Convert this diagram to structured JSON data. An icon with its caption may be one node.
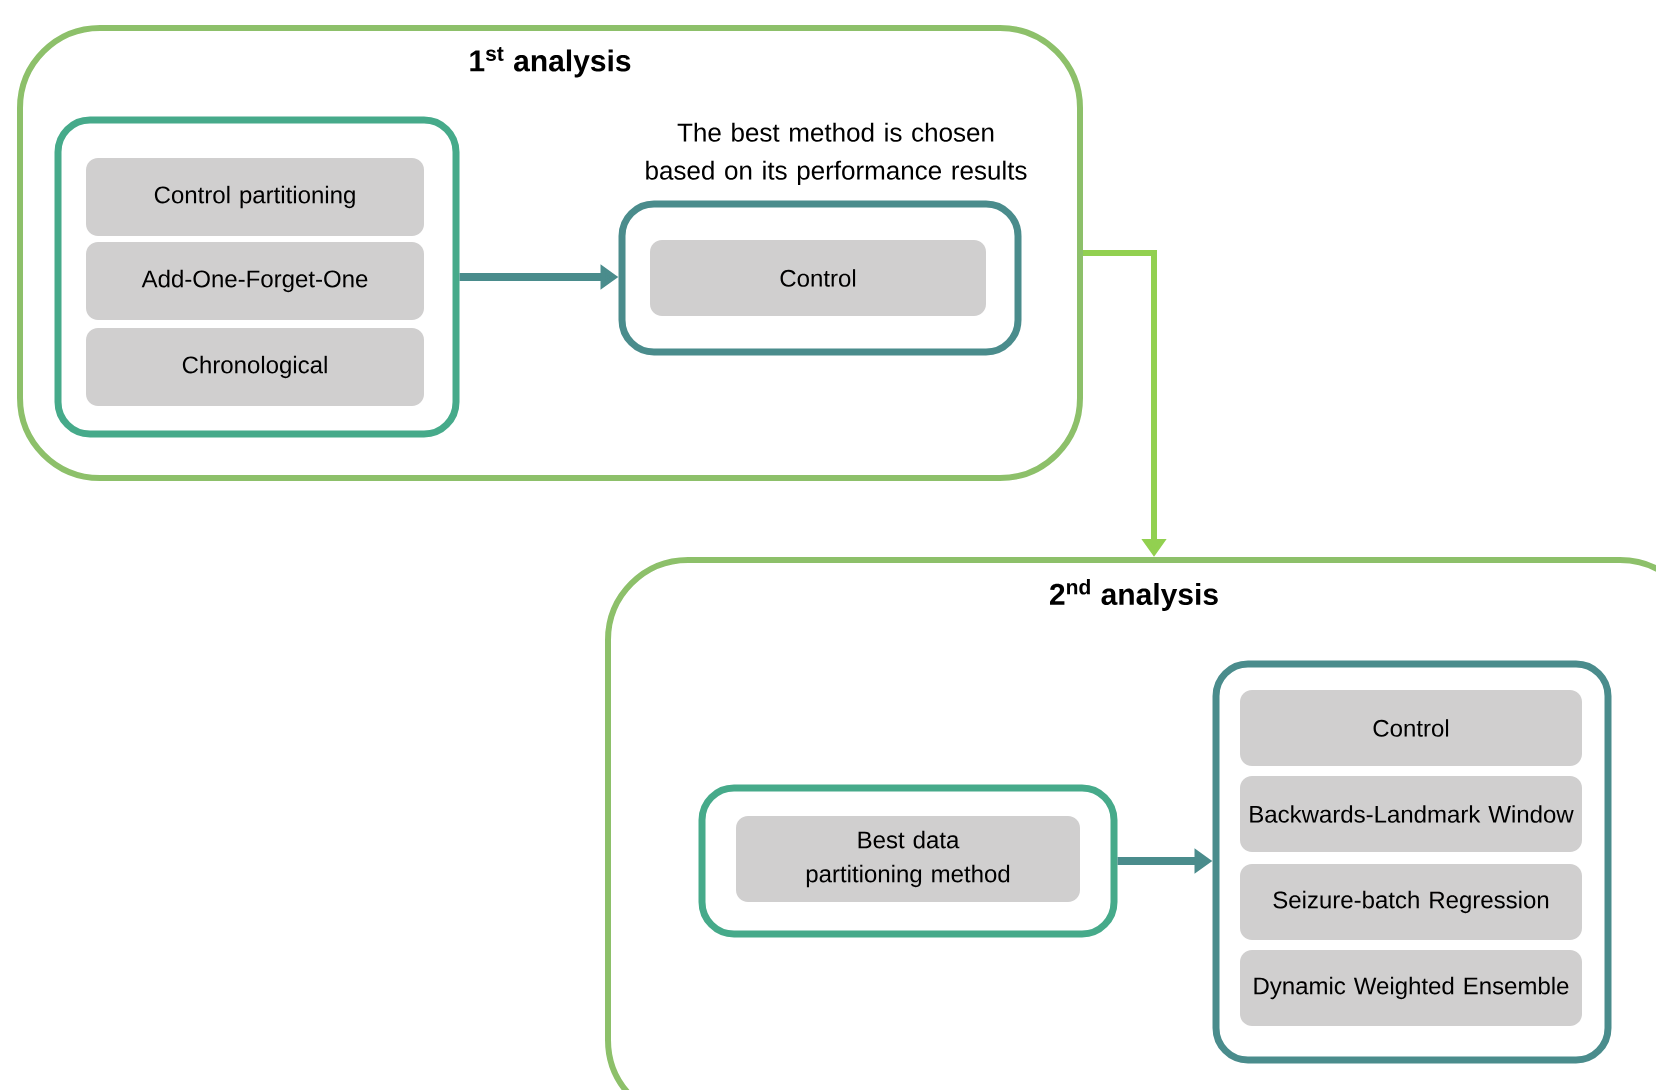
{
  "diagram": {
    "nodes": [
      {
        "text": [
          "1$^{st}$ analysis"
        ]
      },
      {
        "text": [],
        "shape": "box",
        "in": 0
      },
      {
        "text": [
          "Control partitioning"
        ],
        "in": 1
      },
      {
        "text": [
          "Add-One-Forget-One"
        ],
        "in": 1
      },
      {
        "text": [
          "Chronological"
        ],
        "in": 1
      },
      {
        "text": [],
        "shape": "box",
        "in": 0,
        "beside": [
          "The best method is chosen based on its performance results"
        ]
      },
      {
        "text": [
          "Control"
        ],
        "in": 5
      },
      {
        "text": [
          "2$^{nd}$ analysis"
        ]
      },
      {
        "text": [],
        "shape": "box",
        "in": 7
      },
      {
        "text": [
          "Best data partitioning method"
        ],
        "in": 8
      },
      {
        "text": [],
        "shape": "box",
        "in": 7
      },
      {
        "text": [
          "Control"
        ],
        "in": 10
      },
      {
        "text": [
          "Backwards-Landmark Window"
        ],
        "in": 10
      },
      {
        "text": [
          "Seizure-batch Regression"
        ],
        "in": 10
      },
      {
        "text": [
          "Dynamic Weighted Ensemble"
        ],
        "in": 10
      }
    ],
    "edges": [
      {
        "from": 1,
        "to": 5,
        "arrow": "to"
      },
      {
        "from": 0,
        "to": 7,
        "arrow": "to",
        "color": "#92d050"
      },
      {
        "from": 8,
        "to": 10,
        "arrow": "to"
      }
    ]
  }
}
